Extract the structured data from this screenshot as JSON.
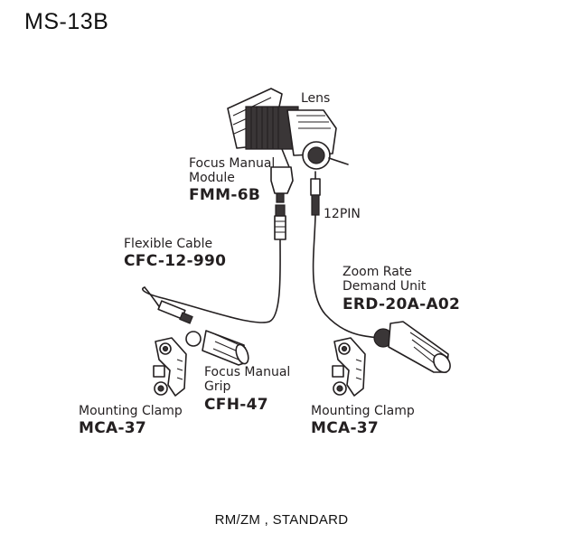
{
  "title": "MS-13B",
  "footer": "RM/ZM , STANDARD",
  "components": {
    "lens": {
      "label": "Lens"
    },
    "focus_module": {
      "label_line1": "Focus Manual",
      "label_line2": "Module",
      "code": "FMM-6B"
    },
    "connector": {
      "label": "12PIN"
    },
    "flexible_cable": {
      "label": "Flexible Cable",
      "code": "CFC-12-990"
    },
    "zoom_demand": {
      "label_line1": "Zoom Rate",
      "label_line2": "Demand Unit",
      "code": "ERD-20A-A02"
    },
    "focus_grip": {
      "label_line1": "Focus Manual",
      "label_line2": "Grip",
      "code": "CFH-47"
    },
    "clamp_left": {
      "label": "Mounting Clamp",
      "code": "MCA-37"
    },
    "clamp_right": {
      "label": "Mounting Clamp",
      "code": "MCA-37"
    }
  }
}
